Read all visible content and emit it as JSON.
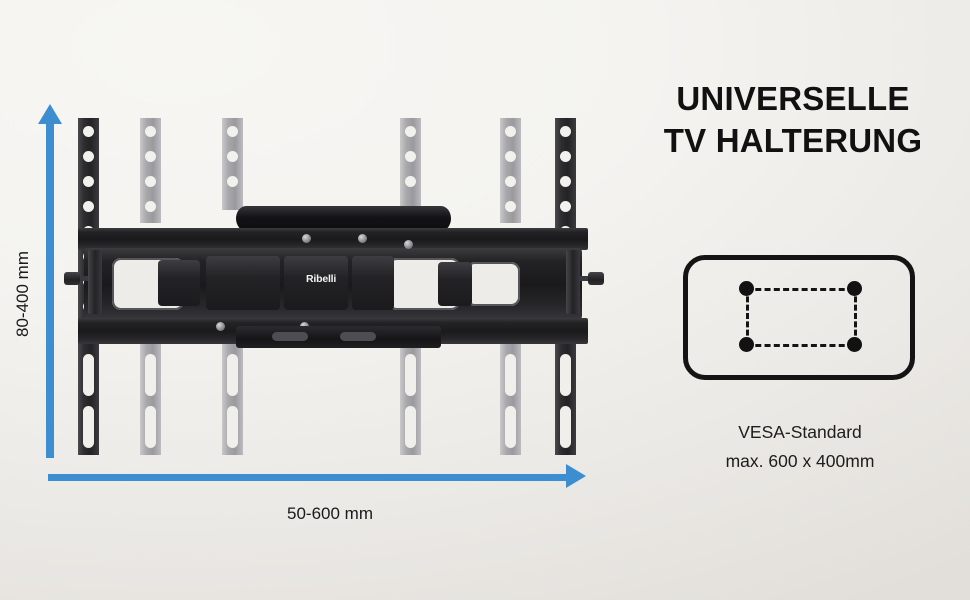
{
  "page": {
    "background_top": "#f7f6f3",
    "background_bottom": "#e2dfda"
  },
  "headline": {
    "line1": "UNIVERSELLE",
    "line2": "TV HALTERUNG",
    "color": "#111111"
  },
  "vesa": {
    "caption_line1": "VESA-Standard",
    "caption_line2": "max. 600 x 400mm",
    "outline_color": "#141414",
    "dot_color": "#121212",
    "dot_count": 4
  },
  "dimensions": {
    "vertical_label": "80-400 mm",
    "horizontal_label": "50-600 mm",
    "arrow_color": "#3d8dd1"
  },
  "product": {
    "brand": "Ribelli",
    "rail_dark_color": "#232325",
    "rail_gray_color": "#9a9a9e",
    "body_color": "#1a1a1c"
  }
}
